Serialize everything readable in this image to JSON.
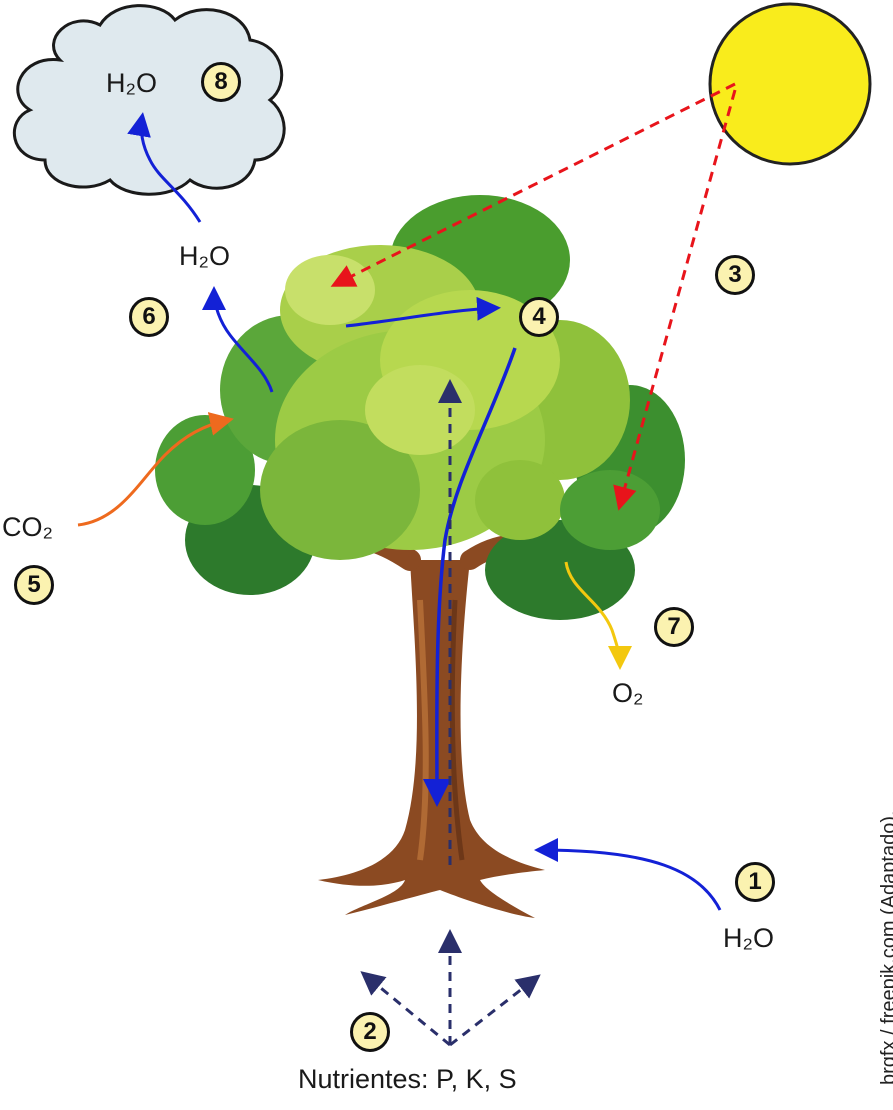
{
  "labels": {
    "cloud_h2o": "H₂O",
    "h2o_transpiration": "H₂O",
    "co2": "CO₂",
    "o2": "O₂",
    "h2o_soil": "H₂O",
    "nutrients": "Nutrientes: P, K, S"
  },
  "steps": [
    "1",
    "2",
    "3",
    "4",
    "5",
    "6",
    "7",
    "8"
  ],
  "credit": "brgfx / freepik.com (Adaptado).",
  "colors": {
    "sun": "#f9ec1c",
    "cloud": "#dfe9ee",
    "water_arrow": "#1321d6",
    "light_arrow": "#e8141b",
    "co2_arrow": "#ee6a1e",
    "o2_arrow": "#f3c80f",
    "nutrient_arrow": "#2a2f6b",
    "badge_fill": "#fbf2b0"
  }
}
